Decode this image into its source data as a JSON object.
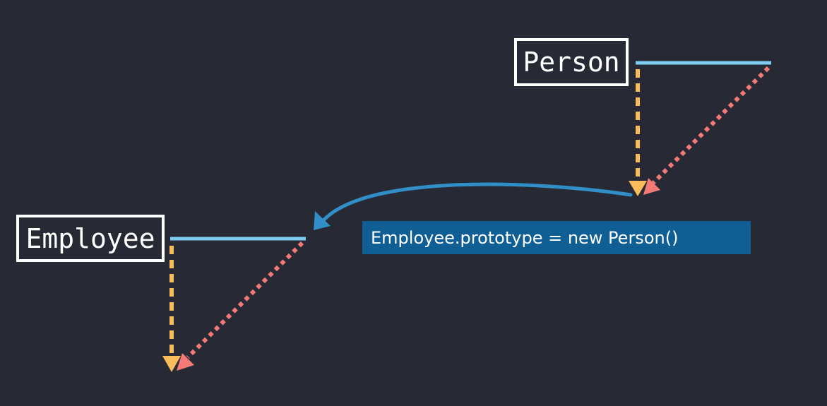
{
  "nodes": {
    "person": {
      "label": "Person"
    },
    "employee": {
      "label": "Employee"
    }
  },
  "assignment_label": "Employee.prototype = new Person()",
  "colors": {
    "background": "#272a34",
    "box_border": "#ffffff",
    "instance_line": "#7ecdf0",
    "prototype_arrow": "#f8bd5a",
    "proto_link_arrow": "#f47a78",
    "curved_arrow": "#2f8fc6",
    "label_background": "#0f5f94"
  }
}
